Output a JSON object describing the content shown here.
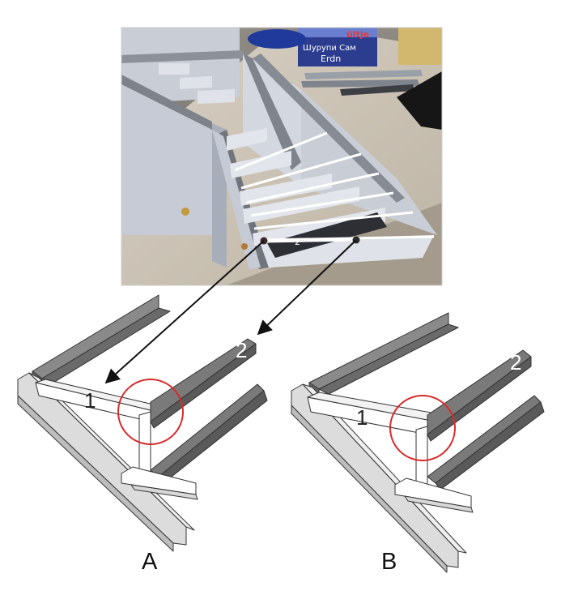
{
  "photo": {
    "jar_label_brand": "ültje",
    "jar_label_line1": "Шурупи Сам",
    "jar_label_line2": "Erdn",
    "beam_label": "2"
  },
  "diagram_a": {
    "caption": "A",
    "beam1_label": "1",
    "beam2_label": "2"
  },
  "diagram_b": {
    "caption": "B",
    "beam1_label": "1",
    "beam2_label": "2"
  },
  "colors": {
    "background": "#ffffff",
    "photo_bg": "#a49d90",
    "table": "#cfc6b8",
    "panel": "#ccd1dc",
    "tape": "#7c818a",
    "beam_white": "#ffffff",
    "beam_light_grey": "#d9d9d9",
    "beam_dark_grey": "#6e6e6e",
    "highlight_circle": "#d62c2c",
    "arrow": "#111111"
  }
}
